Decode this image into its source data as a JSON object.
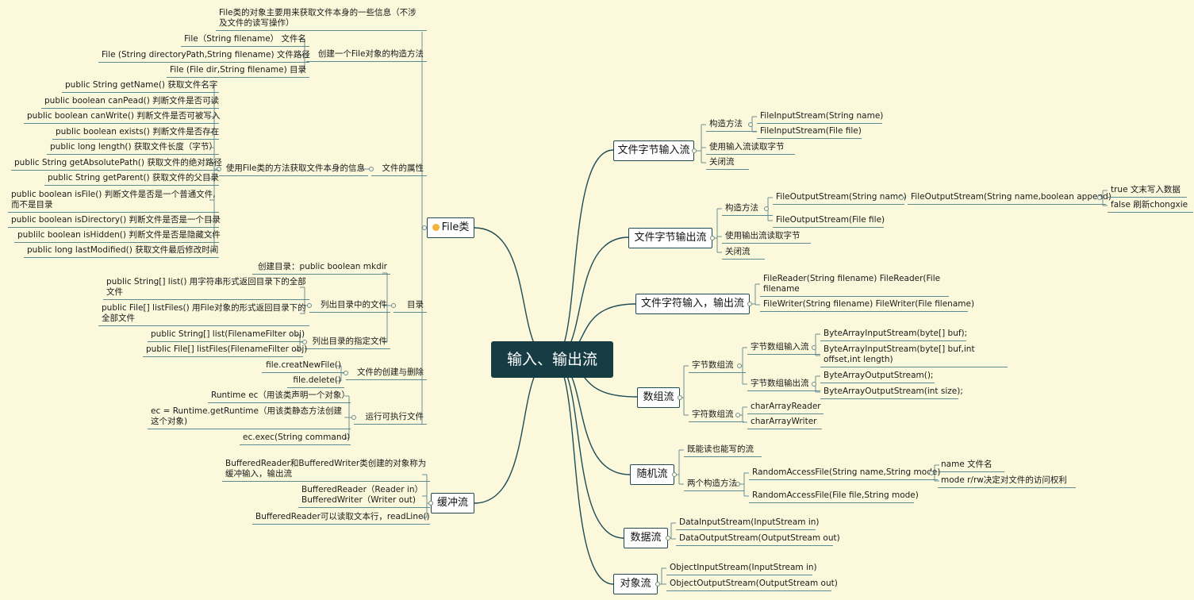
{
  "root": "输入、输出流",
  "left": [
    {
      "id": "file",
      "topic": "File类",
      "icon": "lightbulb-icon",
      "children": [
        {
          "text": "File类的对象主要用来获取文件本身的一些信息（不涉及文件的读写操作）"
        },
        {
          "text": "创建一个File对象的构造方法",
          "children": [
            {
              "text": "File（String filename） 文件名"
            },
            {
              "text": "File (String directoryPath,String filename) 文件路径"
            },
            {
              "text": "File (File dir,String filename) 目录"
            }
          ]
        },
        {
          "text": "文件的属性",
          "children": [
            {
              "text": "使用File类的方法获取文件本身的信息",
              "children": [
                {
                  "text": "public String getName() 获取文件名字"
                },
                {
                  "text": "public boolean canPead() 判断文件是否可读"
                },
                {
                  "text": "public boolean canWrite() 判断文件是否可被写入"
                },
                {
                  "text": "public boolean exists() 判断文件是否存在"
                },
                {
                  "text": "public long length() 获取文件长度（字节）"
                },
                {
                  "text": "public String getAbsolutePath() 获取文件的绝对路径"
                },
                {
                  "text": "public String getParent() 获取文件的父目录"
                },
                {
                  "text": "public boolean isFile() 判断文件是否是一个普通文件,而不是目录"
                },
                {
                  "text": "public boolean isDirectory() 判断文件是否是一个目录"
                },
                {
                  "text": "publilc boolean isHidden() 判断文件是否是隐藏文件"
                },
                {
                  "text": "public long lastModified() 获取文件最后修改时间"
                }
              ]
            }
          ]
        },
        {
          "text": "目录",
          "children": [
            {
              "text": "创建目录：public boolean mkdir"
            },
            {
              "text": "列出目录中的文件",
              "children": [
                {
                  "text": "public String[] list() 用字符串形式返回目录下的全部文件"
                },
                {
                  "text": "public File[] listFiles() 用File对象的形式返回目录下的全部文件"
                }
              ]
            },
            {
              "text": "列出目录的指定文件",
              "children": [
                {
                  "text": "public String[] list(FilenameFilter obj)"
                },
                {
                  "text": "public File[] listFiles(FilenameFilter obj)"
                }
              ]
            }
          ]
        },
        {
          "text": "文件的创建与删除",
          "children": [
            {
              "text": "file.creatNewFile()"
            },
            {
              "text": "file.delete()"
            }
          ]
        },
        {
          "text": "运行可执行文件",
          "children": [
            {
              "text": "Runtime ec（用该类声明一个对象）"
            },
            {
              "text": "ec = Runtime.getRuntime（用该类静态方法创建这个对象)"
            },
            {
              "text": "ec.exec(String command)"
            }
          ]
        }
      ]
    },
    {
      "id": "buffer",
      "topic": "缓冲流",
      "children": [
        {
          "text": "BufferedReader和BufferedWriter类创建的对象称为缓冲输入，输出流"
        },
        {
          "text": "BufferedReader（Reader in） BufferedWriter（Writer out)"
        },
        {
          "text": "BufferedReader可以读取文本行，readLine()"
        }
      ]
    }
  ],
  "right": [
    {
      "id": "fbin",
      "topic": "文件字节输入流",
      "children": [
        {
          "text": "构造方法",
          "children": [
            {
              "text": "FileInputStream(String name)"
            },
            {
              "text": "FileInputStream(File file)"
            }
          ]
        },
        {
          "text": "使用输入流读取字节"
        },
        {
          "text": "关闭流"
        }
      ]
    },
    {
      "id": "fbout",
      "topic": "文件字节输出流",
      "children": [
        {
          "text": "构造方法",
          "children": [
            {
              "text": "FileOutputStream(String name)",
              "children": [
                {
                  "text": "FileOutputStream(String name,boolean append)",
                  "children": [
                    {
                      "text": "true 文末写入数据"
                    },
                    {
                      "text": "false 刷新chongxie"
                    }
                  ]
                }
              ]
            },
            {
              "text": "FileOutputStream(File file)"
            }
          ]
        },
        {
          "text": "使用输出流读取字节"
        },
        {
          "text": "关闭流"
        }
      ]
    },
    {
      "id": "fchar",
      "topic": "文件字符输入，输出流",
      "children": [
        {
          "text": "FileReader(String filename) FileReader(File filename"
        },
        {
          "text": "FileWriter(String filename) FileWriter(File filename)"
        }
      ]
    },
    {
      "id": "array",
      "topic": "数组流",
      "children": [
        {
          "text": "字节数组流",
          "children": [
            {
              "text": "字节数组输入流",
              "children": [
                {
                  "text": "ByteArrayInputStream(byte[] buf);"
                },
                {
                  "text": "ByteArrayInputStream(byte[] buf,int offset,int length)"
                }
              ]
            },
            {
              "text": "字节数组输出流",
              "children": [
                {
                  "text": "ByteArrayOutputStream();"
                },
                {
                  "text": "ByteArrayOutputStream(int size);"
                }
              ]
            }
          ]
        },
        {
          "text": "字符数组流",
          "children": [
            {
              "text": "charArrayReader"
            },
            {
              "text": "charArrayWriter"
            }
          ]
        }
      ]
    },
    {
      "id": "random",
      "topic": "随机流",
      "children": [
        {
          "text": "既能读也能写的流"
        },
        {
          "text": "两个构造方法",
          "children": [
            {
              "text": "RandomAccessFile(String name,String mode)",
              "children": [
                {
                  "text": "name 文件名"
                },
                {
                  "text": "mode r/rw决定对文件的访问权利"
                }
              ]
            },
            {
              "text": "RandomAccessFile(File file,String mode)"
            }
          ]
        }
      ]
    },
    {
      "id": "data",
      "topic": "数据流",
      "children": [
        {
          "text": "DataInputStream(InputStream in)"
        },
        {
          "text": "DataOutputStream(OutputStream out)"
        }
      ]
    },
    {
      "id": "object",
      "topic": "对象流",
      "children": [
        {
          "text": "ObjectInputStream(InputStream in)"
        },
        {
          "text": "ObjectOutputStream(OutputStream out)"
        }
      ]
    }
  ]
}
